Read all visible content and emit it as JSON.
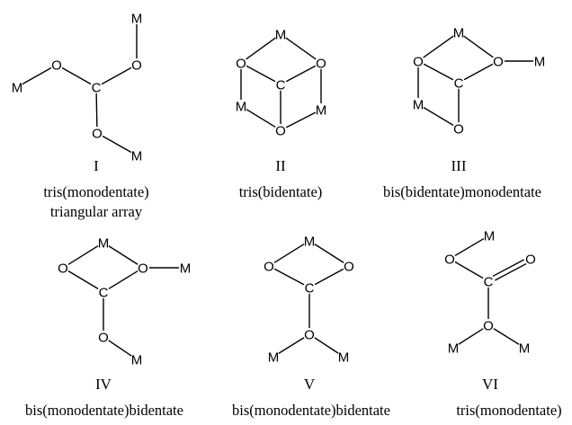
{
  "atoms": {
    "metal": "M",
    "oxygen": "O",
    "carbon": "C"
  },
  "structures": [
    {
      "numeral": "I",
      "caption": [
        "tris(monodentate)",
        "triangular array"
      ]
    },
    {
      "numeral": "II",
      "caption": [
        "tris(bidentate)"
      ]
    },
    {
      "numeral": "III",
      "caption": [
        "bis(bidentate)monodentate"
      ]
    },
    {
      "numeral": "IV",
      "caption": [
        "bis(monodentate)bidentate"
      ]
    },
    {
      "numeral": "V",
      "caption": [
        "bis(monodentate)bidentate"
      ]
    },
    {
      "numeral": "VI",
      "caption": [
        "tris(monodentate)"
      ]
    }
  ]
}
